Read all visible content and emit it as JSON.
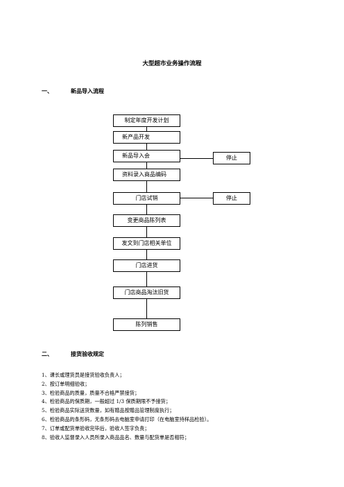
{
  "doc": {
    "title": "大型超市业务操作流程"
  },
  "section1": {
    "num": "一、",
    "title": "新品导入流程"
  },
  "flow": {
    "steps": [
      "制定年度开发计划",
      "新产品开发",
      "新品导入会",
      "资料录入商品编码",
      "门店试销",
      "变更商品陈列表",
      "发文到门店相关单位",
      "门店进货",
      "门店商品淘汰旧货",
      "陈列销售"
    ],
    "stop1": "停止",
    "stop2": "停止"
  },
  "section2": {
    "num": "二、",
    "title": "接货验收规定"
  },
  "rules": [
    "1、课长或理货员是接货验收负责人；",
    "2、按订单明细验收；",
    "3、检验商品的质量，质量不合格严禁接货；",
    "4、检验商品的保质期，一般超过 1/3 保质期限不予接货；",
    "5、检验商品实际送货数量，如有赠品按赠品管理制度执行；",
    "6、检验商品的条形码，无条形码去电脑室申请打印（在电脑室持样品检验）。",
    "7、订单或配货单验收完毕后，验收人签字负责；",
    "8、验收人监督录入人员所录入商品品名、数量与配货单是否相符；"
  ]
}
